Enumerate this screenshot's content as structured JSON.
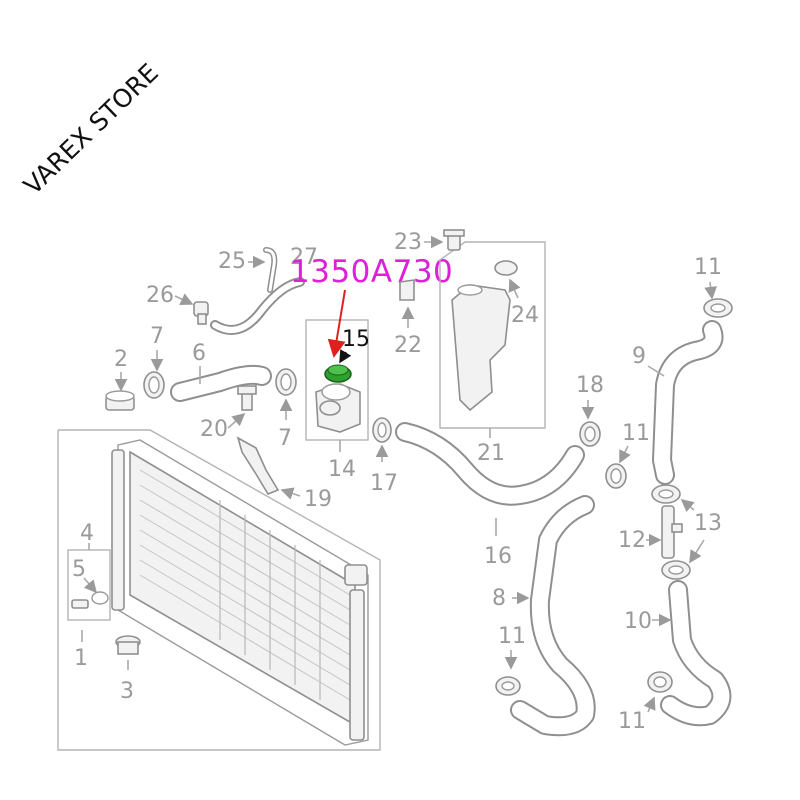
{
  "watermark": {
    "text": "VAREX STORE"
  },
  "highlight": {
    "part_number": "1350A730",
    "callout": "15",
    "colors": {
      "part_number": "#e020d8",
      "arrow": "#e02020",
      "cap": "#2ea02e"
    }
  },
  "callouts": {
    "c1": "1",
    "c2": "2",
    "c3": "3",
    "c4": "4",
    "c5": "5",
    "c6": "6",
    "c7a": "7",
    "c7b": "7",
    "c8": "8",
    "c9": "9",
    "c10": "10",
    "c11a": "11",
    "c11b": "11",
    "c11c": "11",
    "c11d": "11",
    "c12": "12",
    "c13": "13",
    "c14": "14",
    "c16": "16",
    "c17": "17",
    "c18": "18",
    "c19": "19",
    "c20": "20",
    "c21": "21",
    "c22": "22",
    "c23": "23",
    "c24": "24",
    "c25": "25",
    "c26": "26",
    "c27": "27"
  }
}
